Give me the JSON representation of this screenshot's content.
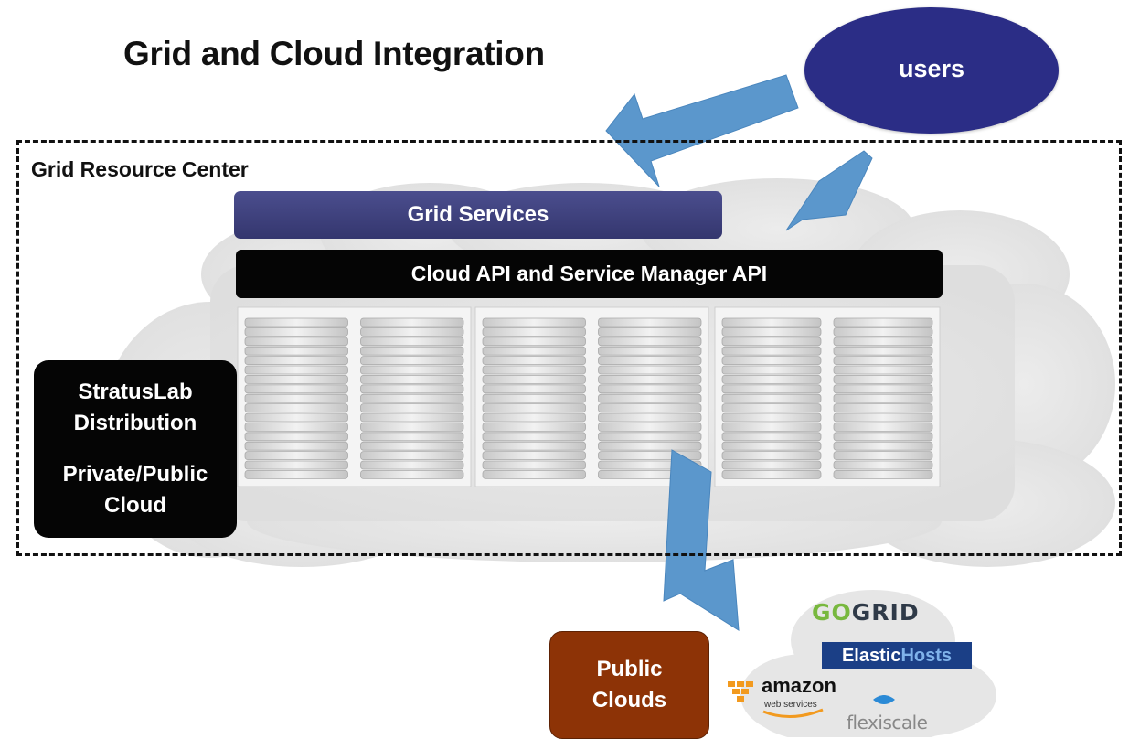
{
  "title": "Grid and Cloud Integration",
  "users_label": "users",
  "grid_resource_center_label": "Grid Resource Center",
  "grid_services_label": "Grid Services",
  "cloud_api_label": "Cloud API and Service Manager API",
  "stratuslab": {
    "line1": "StratusLab",
    "line2": "Distribution",
    "line3": "Private/Public",
    "line4": "Cloud"
  },
  "public_clouds": {
    "line1": "Public",
    "line2": "Clouds"
  },
  "provider_logos": {
    "gogrid": {
      "prefix": "GO",
      "main": "GRID"
    },
    "elastichosts": {
      "prefix": "Elastic",
      "main": "Hosts"
    },
    "amazon": {
      "main": "amazon",
      "sub": "web services"
    },
    "flexiscale": {
      "main": "flexiscale"
    }
  },
  "colors": {
    "users_fill": "#2b2d86",
    "grid_services_fill": "#3f4280",
    "cloud_api_fill": "#050505",
    "stratuslab_fill": "#050505",
    "public_clouds_fill": "#8d3306",
    "arrow_fill": "#5b97cc"
  }
}
